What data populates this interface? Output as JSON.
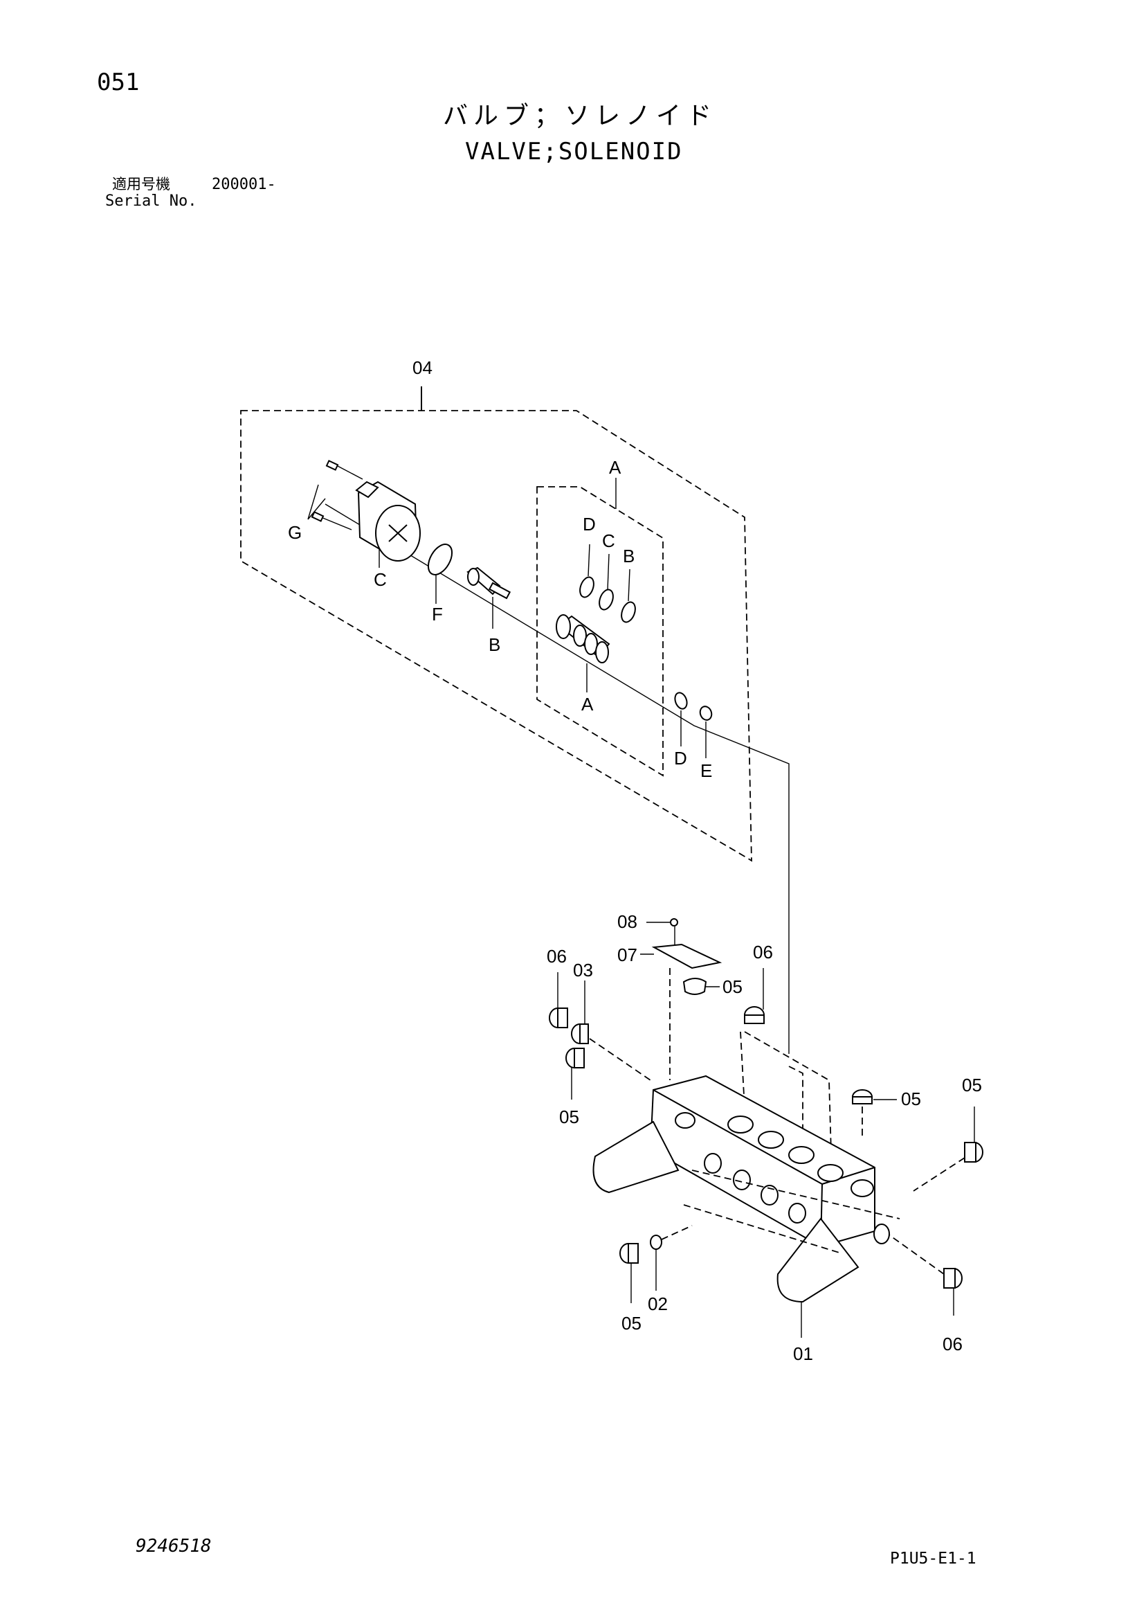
{
  "header": {
    "page_number": "051",
    "title_jp": "バルブ；ソレノイド",
    "title_en": "VALVE;SOLENOID",
    "serial_label_jp": "適用号機",
    "serial_value": "200001-",
    "serial_label_en": "Serial No."
  },
  "callouts": {
    "c04": "04",
    "cA_top": "A",
    "cD_top": "D",
    "cC_top": "C",
    "cB_top": "B",
    "cG": "G",
    "cC": "C",
    "cF": "F",
    "cB": "B",
    "cA": "A",
    "cD": "D",
    "cE": "E",
    "c08": "08",
    "c07": "07",
    "c06_left": "06",
    "c03": "03",
    "c05_top": "05",
    "c06_mid": "06",
    "c05_left": "05",
    "c05_right": "05",
    "c05_far_right": "05",
    "c05_bottom": "05",
    "c02": "02",
    "c01": "01",
    "c06_bottom": "06"
  },
  "footer": {
    "drawing_number": "9246518",
    "sheet_code": "P1U5-E1-1"
  }
}
